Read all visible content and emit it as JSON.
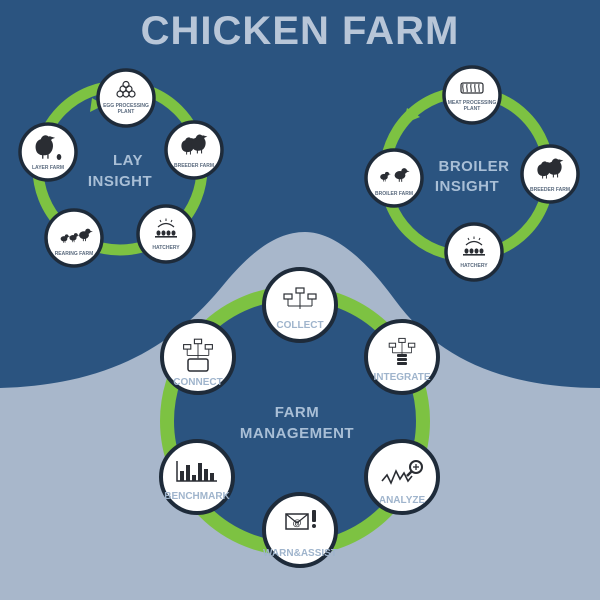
{
  "title": "CHICKEN FARM",
  "colors": {
    "top_background": "#2b5480",
    "bottom_background": "#a8b7cb",
    "ring_green": "#7dc242",
    "node_fill": "#ffffff",
    "node_border": "#1e2b3a",
    "title_text": "#b8c6d8",
    "center_text": "#a9bfd6"
  },
  "lay_cycle": {
    "title_line1": "LAY",
    "title_line2": "INSIGHT",
    "nodes": [
      {
        "label_line1": "EGG PROCESSING",
        "label_line2": "PLANT",
        "icon": "eggs-icon"
      },
      {
        "label_line1": "BREEDER FARM",
        "label_line2": "",
        "icon": "hen-rooster-icon"
      },
      {
        "label_line1": "HATCHERY",
        "label_line2": "",
        "icon": "incubator-eggs-icon"
      },
      {
        "label_line1": "REARING FARM",
        "label_line2": "",
        "icon": "chicks-icon"
      },
      {
        "label_line1": "LAYER FARM",
        "label_line2": "",
        "icon": "hen-egg-icon"
      }
    ]
  },
  "broiler_cycle": {
    "title_line1": "BROILER",
    "title_line2": "INSIGHT",
    "nodes": [
      {
        "label_line1": "MEAT PROCESSING",
        "label_line2": "PLANT",
        "icon": "meat-processing-icon"
      },
      {
        "label_line1": "BREEDER FARM",
        "label_line2": "",
        "icon": "hen-rooster-icon"
      },
      {
        "label_line1": "HATCHERY",
        "label_line2": "",
        "icon": "incubator-eggs-icon"
      },
      {
        "label_line1": "BROILER FARM",
        "label_line2": "",
        "icon": "chicks-icon"
      }
    ]
  },
  "farm_management": {
    "title_line1": "FARM",
    "title_line2": "MANAGEMENT",
    "nodes": [
      {
        "label": "COLLECT",
        "icon": "collect-network-icon"
      },
      {
        "label": "INTEGRATE",
        "icon": "integrate-database-icon"
      },
      {
        "label": "ANALYZE",
        "icon": "analyze-chart-magnifier-icon"
      },
      {
        "label": "WARN&ASSIST",
        "icon": "warning-mail-icon"
      },
      {
        "label": "BENCHMARK",
        "icon": "bar-chart-icon"
      },
      {
        "label": "CONNECT",
        "icon": "connect-tablet-icon"
      }
    ]
  }
}
